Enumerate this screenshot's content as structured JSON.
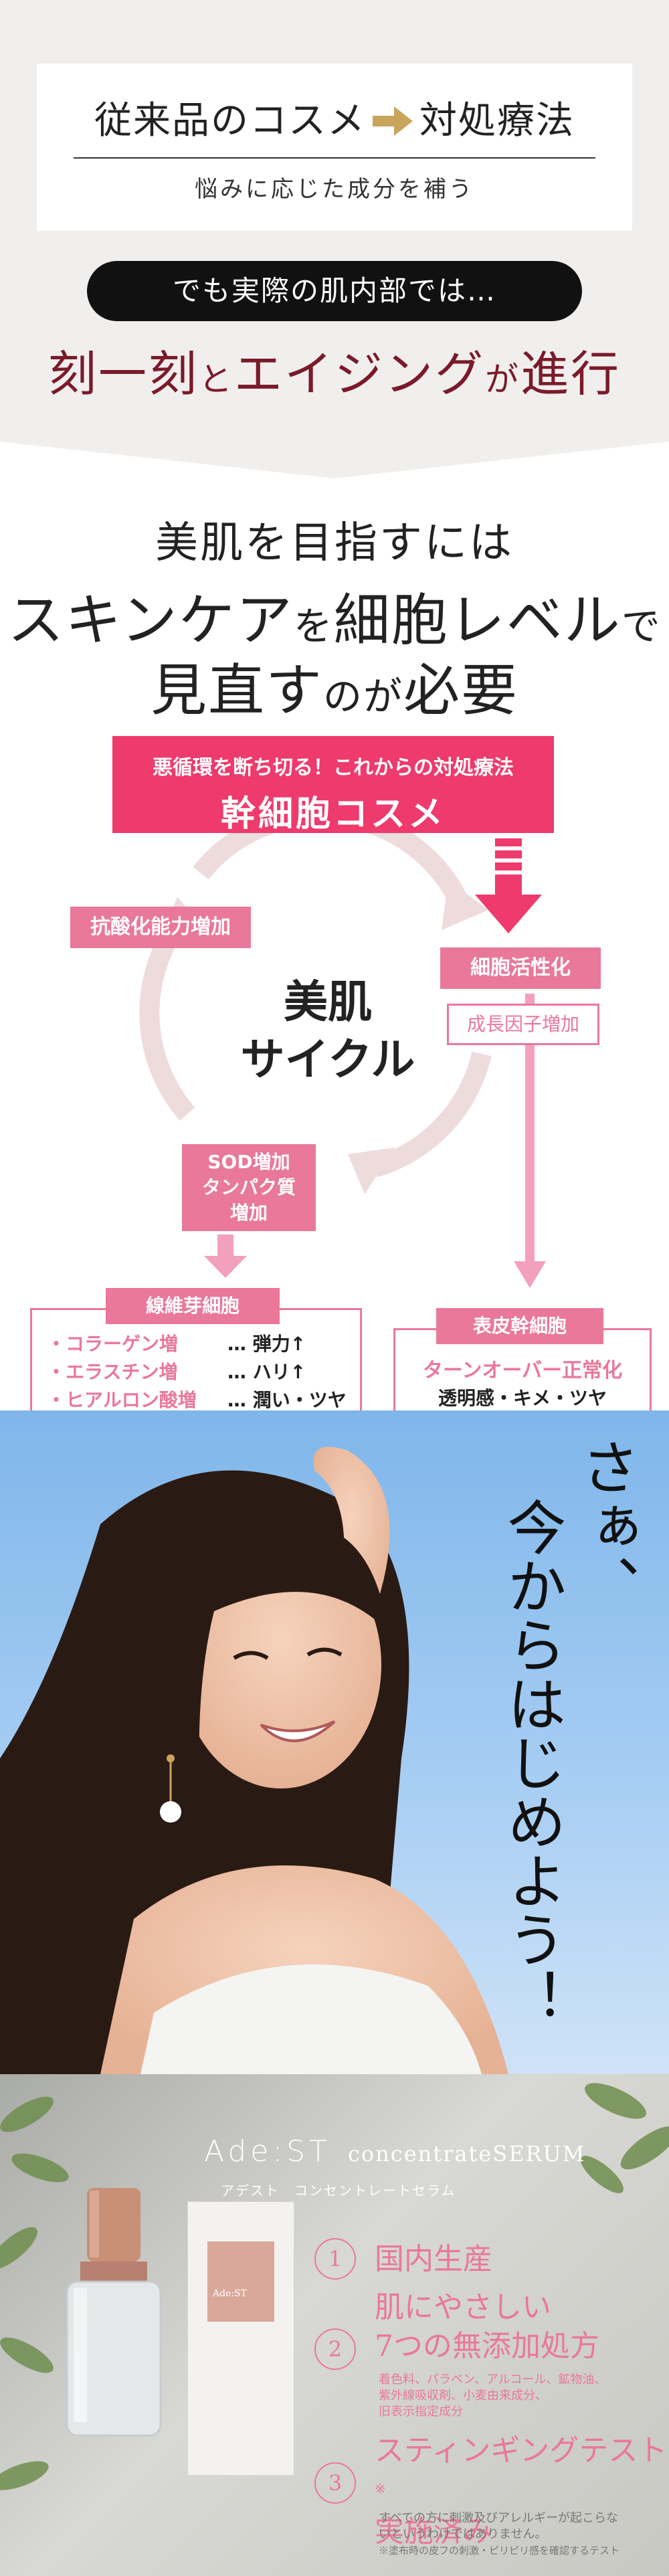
{
  "section1": {
    "title_left": "従来品のコスメ",
    "title_right": "対処療法",
    "subtitle": "悩みに応じた成分を補う",
    "pill": "でも実際の肌内部では…",
    "headline_a": "刻一刻",
    "headline_b": "と",
    "headline_c": "エイジング",
    "headline_d": "が",
    "headline_e": "進行",
    "colors": {
      "accent": "#7a1a2a",
      "arrow": "#c9a55c"
    }
  },
  "section2": {
    "line1": "美肌を目指すには",
    "line2_a": "スキンケア",
    "line2_b": "を",
    "line2_c": "細胞レベル",
    "line2_d": "で",
    "line3_a": "見直す",
    "line3_b": "のが",
    "line3_c": "必要",
    "banner_small": "悪循環を断ち切る！これからの対処療法",
    "banner_big": "幹細胞コスメ",
    "cycle_center_1": "美肌",
    "cycle_center_2": "サイクル",
    "labels": {
      "antioxidant": "抗酸化能力増加",
      "cell_activation": "細胞活性化",
      "growth_factor": "成長因子増加",
      "sod_1": "SOD増加",
      "sod_2": "タンパク質",
      "sod_3": "増加",
      "fibroblast": "線維芽細胞",
      "epidermal": "表皮幹細胞"
    },
    "fibroblast_rows": [
      {
        "left": "・コラーゲン増",
        "right": "… 弾力↑"
      },
      {
        "left": "・エラスチン増",
        "right": "… ハリ↑"
      },
      {
        "left": "・ヒアルロン酸増",
        "right": "… 潤い・ツヤ↑"
      }
    ],
    "epidermal_1": "ターンオーバー正常化",
    "epidermal_2": "透明感・キメ・ツヤ",
    "colors": {
      "pink": "#e9789b",
      "banner": "#ee3a6c",
      "cycle": "#eedcdc"
    }
  },
  "photo": {
    "col1": "さぁ、",
    "col2": "今からはじめよう！"
  },
  "product": {
    "brand": "Ade:ST",
    "name": "concentrateSERUM",
    "kana": "アデスト　コンセントレートセラム",
    "features": [
      {
        "num": "1",
        "title": "国内生産"
      },
      {
        "num": "2",
        "title": "肌にやさしい",
        "title2": "7つの無添加処方",
        "desc1": "着色料、パラベン、アルコール、鉱物油、",
        "desc2": "紫外線吸収剤、小麦由来成分、",
        "desc3": "旧表示指定成分"
      },
      {
        "num": "3",
        "title": "スティンギングテスト",
        "title2": "実施済み",
        "star": "※",
        "desc1": "すべての方に刺激及びアレルギーが起こらな",
        "desc2": "いというわけではありません。",
        "desc3": "※塗布時の皮フの刺激・ピリピリ感を確認するテスト"
      }
    ],
    "box_brand": "Ade:ST"
  }
}
